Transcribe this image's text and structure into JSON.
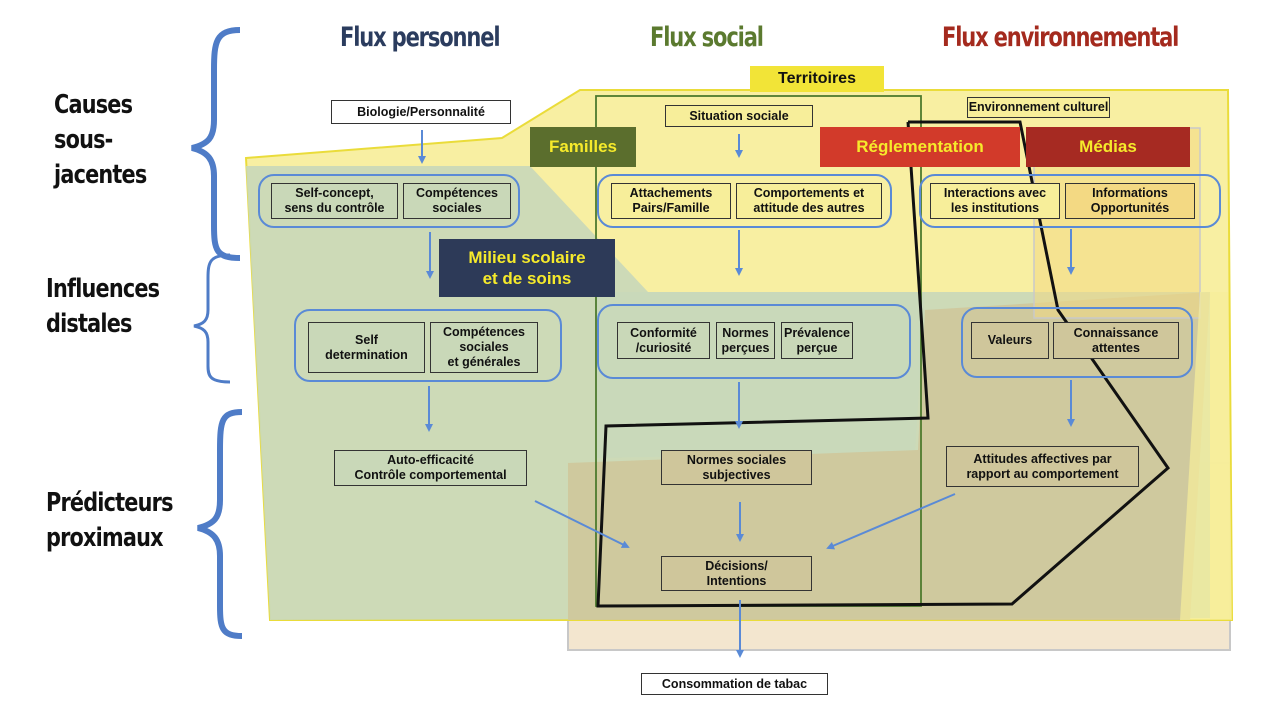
{
  "streams": [
    {
      "label": "Flux personnel",
      "color": "#2b3c5e"
    },
    {
      "label": "Flux social",
      "color": "#5b7a2f"
    },
    {
      "label": "Flux environnemental",
      "color": "#a42a1e"
    }
  ],
  "levels": [
    {
      "label": "Causes\nsous-\njacentes"
    },
    {
      "label": "Influences\ndistales"
    },
    {
      "label": "Prédicteurs\nproximaux"
    }
  ],
  "banners": {
    "territoires": {
      "label": "Territoires",
      "bg": "#f2e437",
      "fg": "#111111"
    },
    "familles": {
      "label": "Familles",
      "bg": "#5b6e2d",
      "fg": "#f6ea2b"
    },
    "reglementation": {
      "label": "Réglementation",
      "bg": "#d23a2a",
      "fg": "#f6ea2b"
    },
    "medias": {
      "label": "Médias",
      "bg": "#a62a22",
      "fg": "#f6ea2b"
    },
    "milieu": {
      "label": "Milieu scolaire\net de soins",
      "bg": "#2d3a58",
      "fg": "#f6ea2b"
    }
  },
  "nodes": {
    "biologie": "Biologie/Personnalité",
    "situation_sociale": "Situation sociale",
    "environnement_culturel": "Environnement culturel",
    "self_concept": "Self-concept,\nsens du contrôle",
    "competences_sociales": "Compétences\nsociales",
    "attachements": "Attachements\nPairs/Famille",
    "comportements": "Comportements et\nattitude des autres",
    "interactions": "Interactions avec\nles institutions",
    "informations": "Informations\nOpportunités",
    "self_determination": "Self\ndetermination",
    "competences_generales": "Compétences\nsociales\net générales",
    "conformite": "Conformité\n/curiosité",
    "normes_percues": "Normes\nperçues",
    "prevalence": "Prévalence\nperçue",
    "valeurs": "Valeurs",
    "connaissance": "Connaissance\nattentes",
    "auto_efficacite": "Auto-efficacité\nContrôle comportemental",
    "normes_subjectives": "Normes sociales\nsubjectives",
    "attitudes": "Attitudes affectives par\nrapport au comportement",
    "decisions": "Décisions/\nIntentions",
    "consommation": "Consommation de tabac"
  },
  "colors": {
    "yellow_zone": "#f7ee9a",
    "green_zone": "#c9d8b8",
    "tan_zone": "#cfc69b",
    "peach_zone": "#f3e6cf",
    "arrow": "#5a8ad6",
    "bracket": "#4f7cc7"
  }
}
